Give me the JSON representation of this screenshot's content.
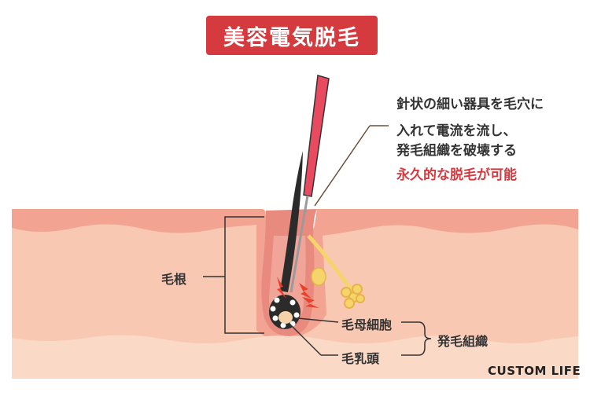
{
  "title": "美容電気脱毛",
  "description": {
    "line1": "針状の細い器具を毛穴に",
    "line2": "入れて電流を流し、",
    "line3": "発毛組織を破壊する",
    "highlight": "永久的な脱毛が可能"
  },
  "labels": {
    "hair_root": "毛根",
    "hair_matrix": "毛母細胞",
    "dermal_papilla": "毛乳頭",
    "hair_growth_tissue": "発毛組織"
  },
  "brand": "CUSTOM LIFE",
  "colors": {
    "title_bg": "#d53a3f",
    "accent_red": "#d53a3f",
    "skin_top": "#f2a391",
    "skin_mid": "#f8c8b3",
    "skin_light": "#fbd9c7",
    "needle_red": "#e84a5f",
    "hair": "#2b2b2b",
    "gland": "#f5d56b",
    "spark": "#e8402a"
  }
}
